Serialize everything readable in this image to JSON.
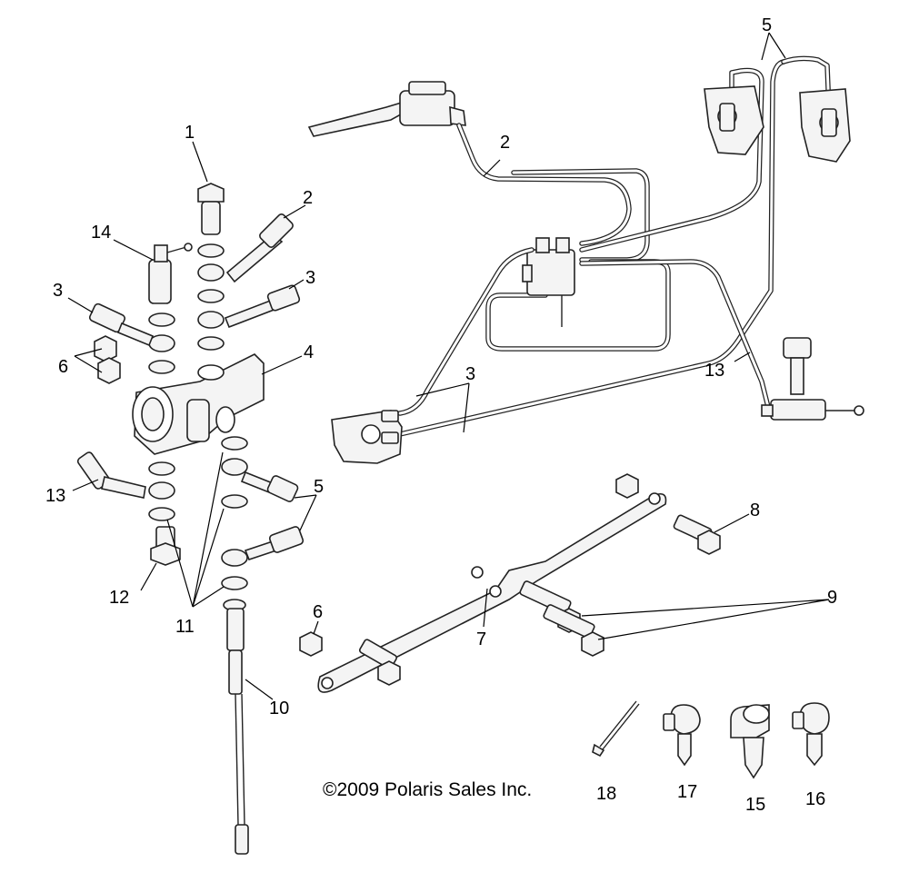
{
  "callouts": {
    "c1": "1",
    "c2a": "2",
    "c2b": "2",
    "c3a": "3",
    "c3b": "3",
    "c3c": "3",
    "c4": "4",
    "c5a": "5",
    "c5b": "5",
    "c6a": "6",
    "c6b": "6",
    "c7": "7",
    "c8": "8",
    "c9": "9",
    "c10": "10",
    "c11": "11",
    "c12": "12",
    "c13a": "13",
    "c13b": "13",
    "c14": "14",
    "c15": "15",
    "c16": "16",
    "c17": "17",
    "c18": "18"
  },
  "copyright": "©2009 Polaris Sales Inc."
}
